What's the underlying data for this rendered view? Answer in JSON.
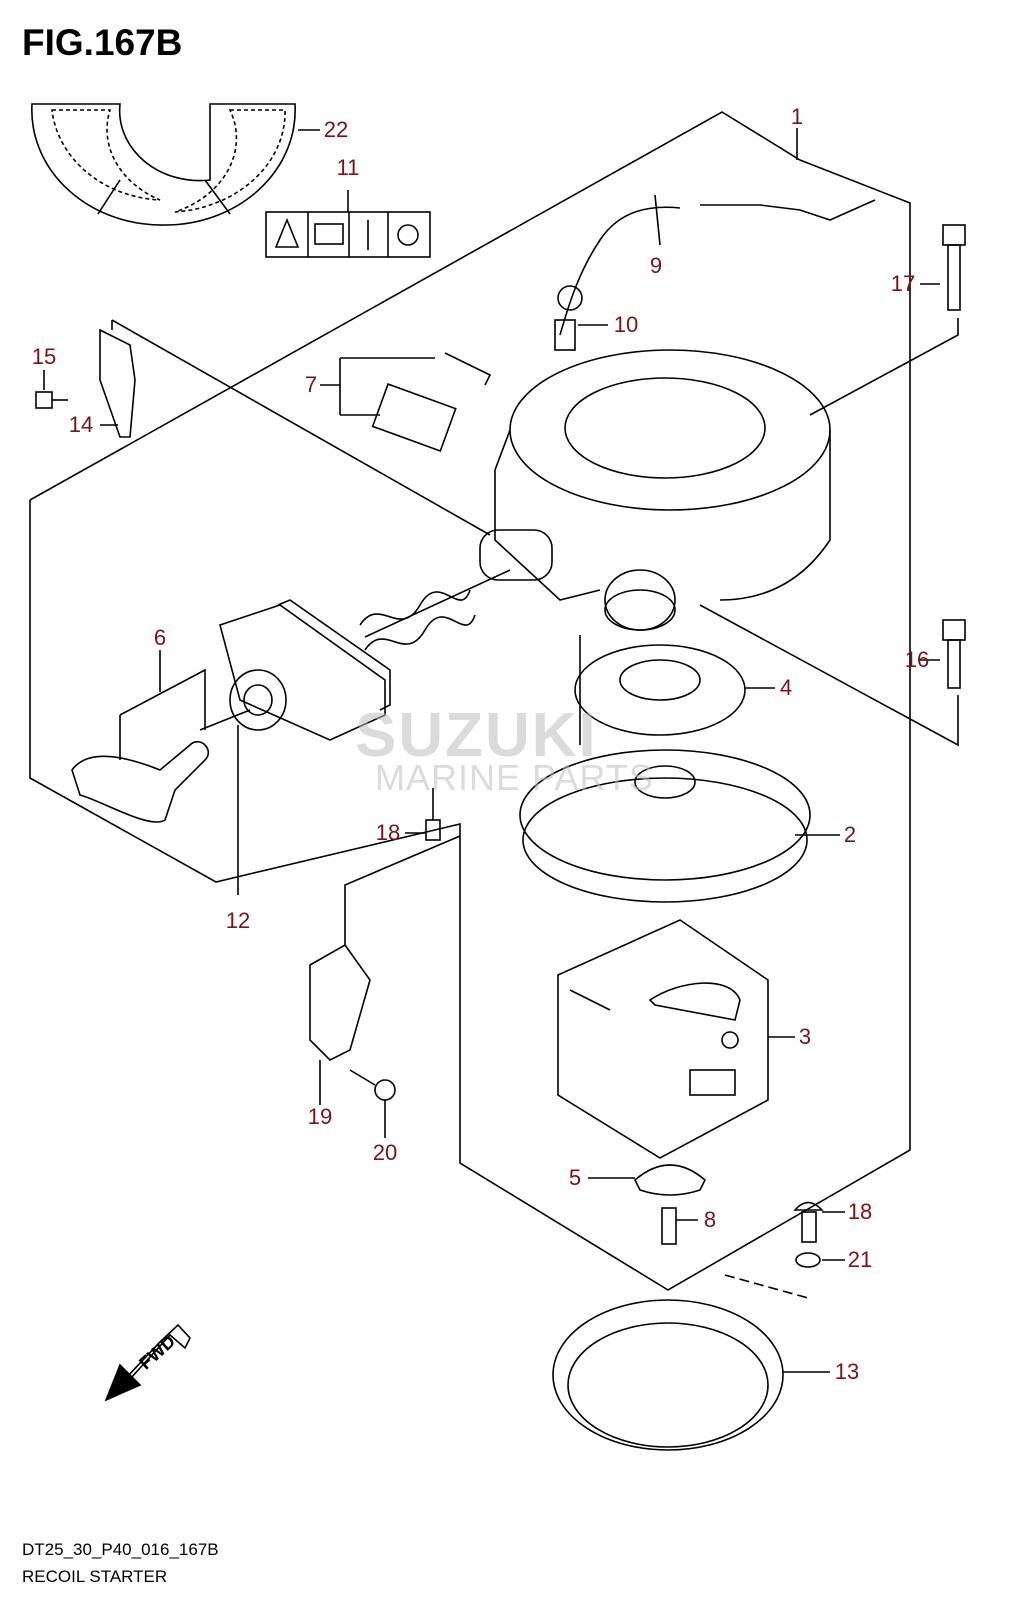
{
  "figure": {
    "title": "FIG.167B"
  },
  "callouts": [
    {
      "key": "c1",
      "label": "1"
    },
    {
      "key": "c2",
      "label": "2"
    },
    {
      "key": "c3",
      "label": "3"
    },
    {
      "key": "c4",
      "label": "4"
    },
    {
      "key": "c5",
      "label": "5"
    },
    {
      "key": "c6",
      "label": "6"
    },
    {
      "key": "c7",
      "label": "7"
    },
    {
      "key": "c8",
      "label": "8"
    },
    {
      "key": "c9",
      "label": "9"
    },
    {
      "key": "c10",
      "label": "10"
    },
    {
      "key": "c11",
      "label": "11"
    },
    {
      "key": "c12",
      "label": "12"
    },
    {
      "key": "c13",
      "label": "13"
    },
    {
      "key": "c14",
      "label": "14"
    },
    {
      "key": "c15",
      "label": "15"
    },
    {
      "key": "c16",
      "label": "16"
    },
    {
      "key": "c17",
      "label": "17"
    },
    {
      "key": "c18a",
      "label": "18"
    },
    {
      "key": "c18b",
      "label": "18"
    },
    {
      "key": "c19",
      "label": "19"
    },
    {
      "key": "c20",
      "label": "20"
    },
    {
      "key": "c21",
      "label": "21"
    },
    {
      "key": "c22",
      "label": "22"
    }
  ],
  "footer": {
    "code": "DT25_30_P40_016_167B",
    "name": "RECOIL STARTER"
  },
  "watermark": {
    "line1": "SUZUKI",
    "line2": "MARINE PARTS"
  },
  "fwd_label": "FWD",
  "colors": {
    "callout": "#7a1414",
    "line": "#000000"
  }
}
